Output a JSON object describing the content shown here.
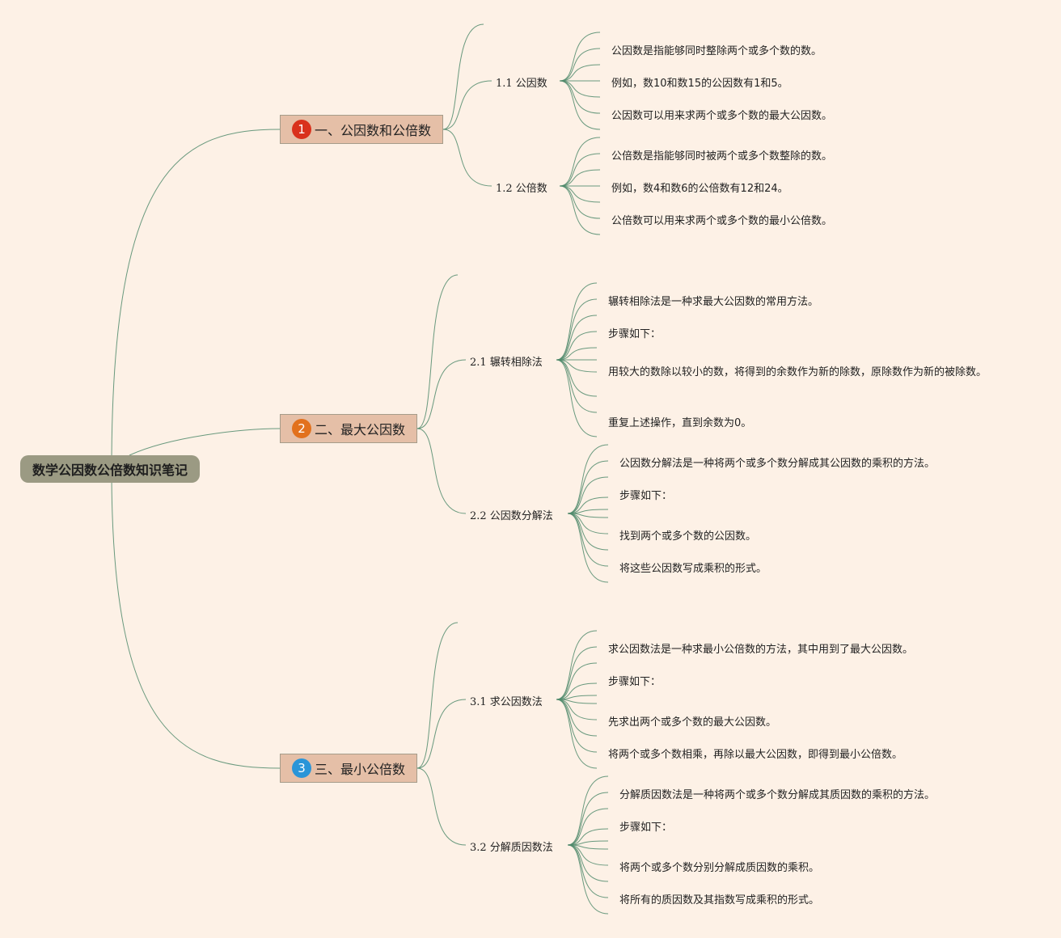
{
  "root": {
    "label": "数学公因数公倍数知识笔记"
  },
  "colors": {
    "background": "#fdf1e6",
    "root_fill": "#9b9a83",
    "branch_fill": "#e5bfa7",
    "connector": "#4f8a6b",
    "badge_1": "#d9311c",
    "badge_2": "#e2711d",
    "badge_3": "#2a95d8"
  },
  "branches": [
    {
      "number": "1",
      "label": "一、公因数和公倍数",
      "children": [
        {
          "label": "1.1 公因数",
          "items": [
            "公因数是指能够同时整除两个或多个数的数。",
            "例如，数10和数15的公因数有1和5。",
            "公因数可以用来求两个或多个数的最大公因数。"
          ]
        },
        {
          "label": "1.2 公倍数",
          "items": [
            "公倍数是指能够同时被两个或多个数整除的数。",
            "例如，数4和数6的公倍数有12和24。",
            "公倍数可以用来求两个或多个数的最小公倍数。"
          ]
        }
      ]
    },
    {
      "number": "2",
      "label": "二、最大公因数",
      "children": [
        {
          "label": "2.1 辗转相除法",
          "items": [
            "辗转相除法是一种求最大公因数的常用方法。",
            "步骤如下：",
            "用较大的数除以较小的数，将得到的余数作为新的除数，原除数作为新的被除数。",
            "重复上述操作，直到余数为0。"
          ]
        },
        {
          "label": "2.2 公因数分解法",
          "items": [
            "公因数分解法是一种将两个或多个数分解成其公因数的乘积的方法。",
            "步骤如下：",
            "找到两个或多个数的公因数。",
            "将这些公因数写成乘积的形式。"
          ]
        }
      ]
    },
    {
      "number": "3",
      "label": "三、最小公倍数",
      "children": [
        {
          "label": "3.1 求公因数法",
          "items": [
            "求公因数法是一种求最小公倍数的方法，其中用到了最大公因数。",
            "步骤如下：",
            "先求出两个或多个数的最大公因数。",
            "将两个或多个数相乘，再除以最大公因数，即得到最小公倍数。"
          ]
        },
        {
          "label": "3.2 分解质因数法",
          "items": [
            "分解质因数法是一种将两个或多个数分解成其质因数的乘积的方法。",
            "步骤如下：",
            "将两个或多个数分别分解成质因数的乘积。",
            "将所有的质因数及其指数写成乘积的形式。"
          ]
        }
      ]
    }
  ]
}
